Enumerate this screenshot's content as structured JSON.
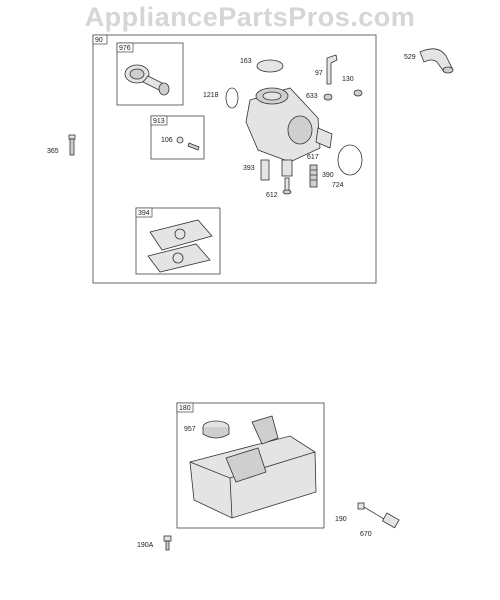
{
  "watermark": "AppliancePartsPros.com",
  "carburetor_section": {
    "assembly_id": "90",
    "subassemblies": [
      {
        "id": "976"
      },
      {
        "id": "913"
      },
      {
        "id": "394"
      }
    ],
    "part_labels": [
      "163",
      "97",
      "130",
      "1218",
      "633",
      "106",
      "617",
      "393",
      "390",
      "724",
      "612"
    ]
  },
  "loose_parts": [
    "529",
    "365"
  ],
  "tank_section": {
    "assembly_id": "180",
    "part_labels": [
      "957",
      "190",
      "670",
      "190A"
    ]
  }
}
